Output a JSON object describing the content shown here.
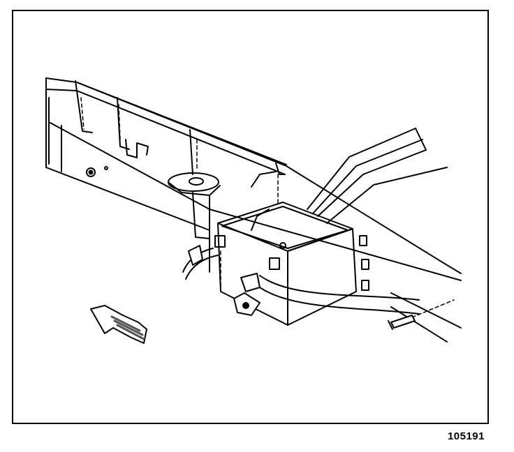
{
  "figure": {
    "number": "105191"
  },
  "colors": {
    "ink": "#000000",
    "paper": "#ffffff",
    "shade": "#555555"
  },
  "parts": {
    "frame_rail": "frame-rail",
    "crossmember": "crossmember",
    "bracket": "mounting-bracket",
    "module_box": "control-module-box",
    "wiring_harness": "wiring-harness",
    "fastener": "mounting-bolt",
    "direction_arrow": "front-direction-arrow"
  }
}
